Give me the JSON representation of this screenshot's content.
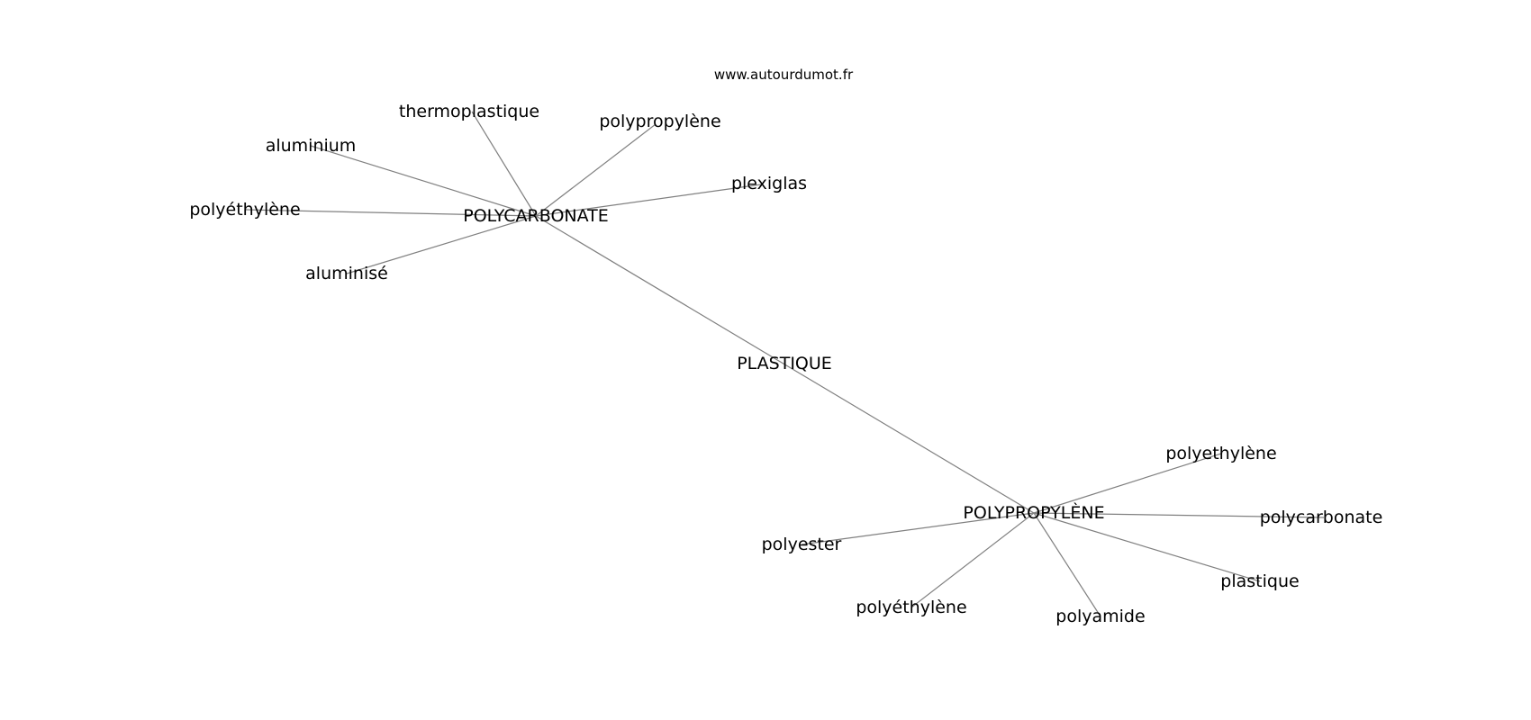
{
  "source": "www.autourdumot.fr",
  "nodes": [
    {
      "id": "plastique_root",
      "label": "PLASTIQUE"
    },
    {
      "id": "polycarbonate",
      "label": "POLYCARBONATE"
    },
    {
      "id": "polypropylene",
      "label": "POLYPROPYLÈNE"
    },
    {
      "id": "thermoplastique",
      "label": "thermoplastique"
    },
    {
      "id": "aluminium",
      "label": "aluminium"
    },
    {
      "id": "polypropylene_a",
      "label": "polypropylène"
    },
    {
      "id": "plexiglas",
      "label": "plexiglas"
    },
    {
      "id": "polyethylene_a",
      "label": "polyéthylène"
    },
    {
      "id": "aluminise",
      "label": "aluminisé"
    },
    {
      "id": "polyethylene_b",
      "label": "polyethylène"
    },
    {
      "id": "polycarbonate_b",
      "label": "polycarbonate"
    },
    {
      "id": "polyester",
      "label": "polyester"
    },
    {
      "id": "plastique_b",
      "label": "plastique"
    },
    {
      "id": "polyethylene_c",
      "label": "polyéthylène"
    },
    {
      "id": "polyamide",
      "label": "polyamide"
    }
  ],
  "edges": [
    [
      "polycarbonate",
      "polypropylene"
    ],
    [
      "polycarbonate",
      "thermoplastique"
    ],
    [
      "polycarbonate",
      "aluminium"
    ],
    [
      "polycarbonate",
      "polypropylene_a"
    ],
    [
      "polycarbonate",
      "plexiglas"
    ],
    [
      "polycarbonate",
      "polyethylene_a"
    ],
    [
      "polycarbonate",
      "aluminise"
    ],
    [
      "polypropylene",
      "polyethylene_b"
    ],
    [
      "polypropylene",
      "polycarbonate_b"
    ],
    [
      "polypropylene",
      "polyester"
    ],
    [
      "polypropylene",
      "plastique_b"
    ],
    [
      "polypropylene",
      "polyethylene_c"
    ],
    [
      "polypropylene",
      "polyamide"
    ]
  ]
}
